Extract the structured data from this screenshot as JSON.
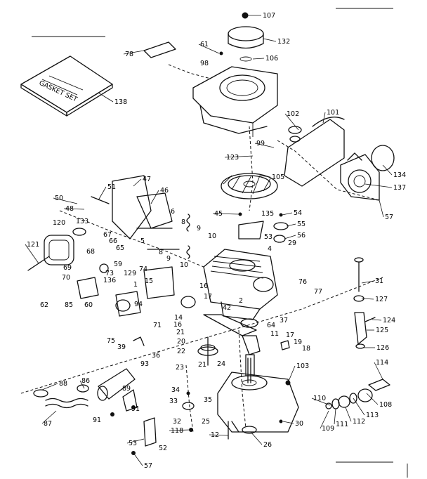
{
  "kit": {
    "label": "GASKET SET"
  },
  "callouts": [
    {
      "id": "c107",
      "text": "107"
    },
    {
      "id": "c132",
      "text": "132"
    },
    {
      "id": "c78",
      "text": "78"
    },
    {
      "id": "c61",
      "text": "61"
    },
    {
      "id": "c98",
      "text": "98"
    },
    {
      "id": "c106",
      "text": "106"
    },
    {
      "id": "c138",
      "text": "138"
    },
    {
      "id": "c102",
      "text": "102"
    },
    {
      "id": "c101",
      "text": "101"
    },
    {
      "id": "c99",
      "text": "99"
    },
    {
      "id": "c123",
      "text": "123"
    },
    {
      "id": "c105",
      "text": "105"
    },
    {
      "id": "c134",
      "text": "134"
    },
    {
      "id": "c137",
      "text": "137"
    },
    {
      "id": "c47",
      "text": "47"
    },
    {
      "id": "c51",
      "text": "51"
    },
    {
      "id": "c46",
      "text": "46"
    },
    {
      "id": "c50",
      "text": "50"
    },
    {
      "id": "c48",
      "text": "48"
    },
    {
      "id": "c45",
      "text": "45"
    },
    {
      "id": "c135",
      "text": "135"
    },
    {
      "id": "c54",
      "text": "54"
    },
    {
      "id": "c57a",
      "text": "57"
    },
    {
      "id": "c120",
      "text": "120"
    },
    {
      "id": "c133",
      "text": "133"
    },
    {
      "id": "c6",
      "text": "6"
    },
    {
      "id": "c8a",
      "text": "8"
    },
    {
      "id": "c55",
      "text": "55"
    },
    {
      "id": "c67",
      "text": "67"
    },
    {
      "id": "c66",
      "text": "66"
    },
    {
      "id": "c9a",
      "text": "9"
    },
    {
      "id": "c10a",
      "text": "10"
    },
    {
      "id": "c53",
      "text": "53"
    },
    {
      "id": "c56",
      "text": "56"
    },
    {
      "id": "c121",
      "text": "121"
    },
    {
      "id": "c68",
      "text": "68"
    },
    {
      "id": "c65",
      "text": "65"
    },
    {
      "id": "c5",
      "text": "5"
    },
    {
      "id": "c8b",
      "text": "8"
    },
    {
      "id": "c29",
      "text": "29"
    },
    {
      "id": "c4",
      "text": "4"
    },
    {
      "id": "c9b",
      "text": "9"
    },
    {
      "id": "c10b",
      "text": "10"
    },
    {
      "id": "c59",
      "text": "59"
    },
    {
      "id": "c69",
      "text": "69"
    },
    {
      "id": "c73",
      "text": "73"
    },
    {
      "id": "c129",
      "text": "129"
    },
    {
      "id": "c74",
      "text": "74"
    },
    {
      "id": "c70",
      "text": "70"
    },
    {
      "id": "c31",
      "text": "31"
    },
    {
      "id": "c136",
      "text": "136"
    },
    {
      "id": "c1",
      "text": "1"
    },
    {
      "id": "c15",
      "text": "15"
    },
    {
      "id": "c16a",
      "text": "16"
    },
    {
      "id": "c76",
      "text": "76"
    },
    {
      "id": "c77",
      "text": "77"
    },
    {
      "id": "c62",
      "text": "62"
    },
    {
      "id": "c85",
      "text": "85"
    },
    {
      "id": "c60",
      "text": "60"
    },
    {
      "id": "c94",
      "text": "94"
    },
    {
      "id": "c14",
      "text": "14"
    },
    {
      "id": "c17a",
      "text": "17"
    },
    {
      "id": "c2",
      "text": "2"
    },
    {
      "id": "c127",
      "text": "127"
    },
    {
      "id": "c42",
      "text": "42"
    },
    {
      "id": "c37",
      "text": "37"
    },
    {
      "id": "c124",
      "text": "124"
    },
    {
      "id": "c16b",
      "text": "16"
    },
    {
      "id": "c64",
      "text": "64"
    },
    {
      "id": "c71",
      "text": "71"
    },
    {
      "id": "c21a",
      "text": "21"
    },
    {
      "id": "c125",
      "text": "125"
    },
    {
      "id": "c11",
      "text": "11"
    },
    {
      "id": "c17b",
      "text": "17"
    },
    {
      "id": "c20",
      "text": "20"
    },
    {
      "id": "c75",
      "text": "75"
    },
    {
      "id": "c39",
      "text": "39"
    },
    {
      "id": "c19",
      "text": "19"
    },
    {
      "id": "c18",
      "text": "18"
    },
    {
      "id": "c126",
      "text": "126"
    },
    {
      "id": "c22",
      "text": "22"
    },
    {
      "id": "c36",
      "text": "36"
    },
    {
      "id": "c93",
      "text": "93"
    },
    {
      "id": "c114",
      "text": "114"
    },
    {
      "id": "c103",
      "text": "103"
    },
    {
      "id": "c24",
      "text": "24"
    },
    {
      "id": "c23",
      "text": "23"
    },
    {
      "id": "c21b",
      "text": "21"
    },
    {
      "id": "c88",
      "text": "88"
    },
    {
      "id": "c86",
      "text": "86"
    },
    {
      "id": "c89",
      "text": "89"
    },
    {
      "id": "c34",
      "text": "34"
    },
    {
      "id": "c35",
      "text": "35"
    },
    {
      "id": "c110",
      "text": "110"
    },
    {
      "id": "c108",
      "text": "108"
    },
    {
      "id": "c33",
      "text": "33"
    },
    {
      "id": "c91a",
      "text": "91"
    },
    {
      "id": "c113",
      "text": "113"
    },
    {
      "id": "c87",
      "text": "87"
    },
    {
      "id": "c91b",
      "text": "91"
    },
    {
      "id": "c32",
      "text": "32"
    },
    {
      "id": "c25",
      "text": "25"
    },
    {
      "id": "c30",
      "text": "30"
    },
    {
      "id": "c109",
      "text": "109"
    },
    {
      "id": "c111",
      "text": "111"
    },
    {
      "id": "c112",
      "text": "112"
    },
    {
      "id": "c118",
      "text": "118"
    },
    {
      "id": "c12",
      "text": "12"
    },
    {
      "id": "c26",
      "text": "26"
    },
    {
      "id": "c53b",
      "text": "53"
    },
    {
      "id": "c52",
      "text": "52"
    },
    {
      "id": "c57b",
      "text": "57"
    }
  ]
}
